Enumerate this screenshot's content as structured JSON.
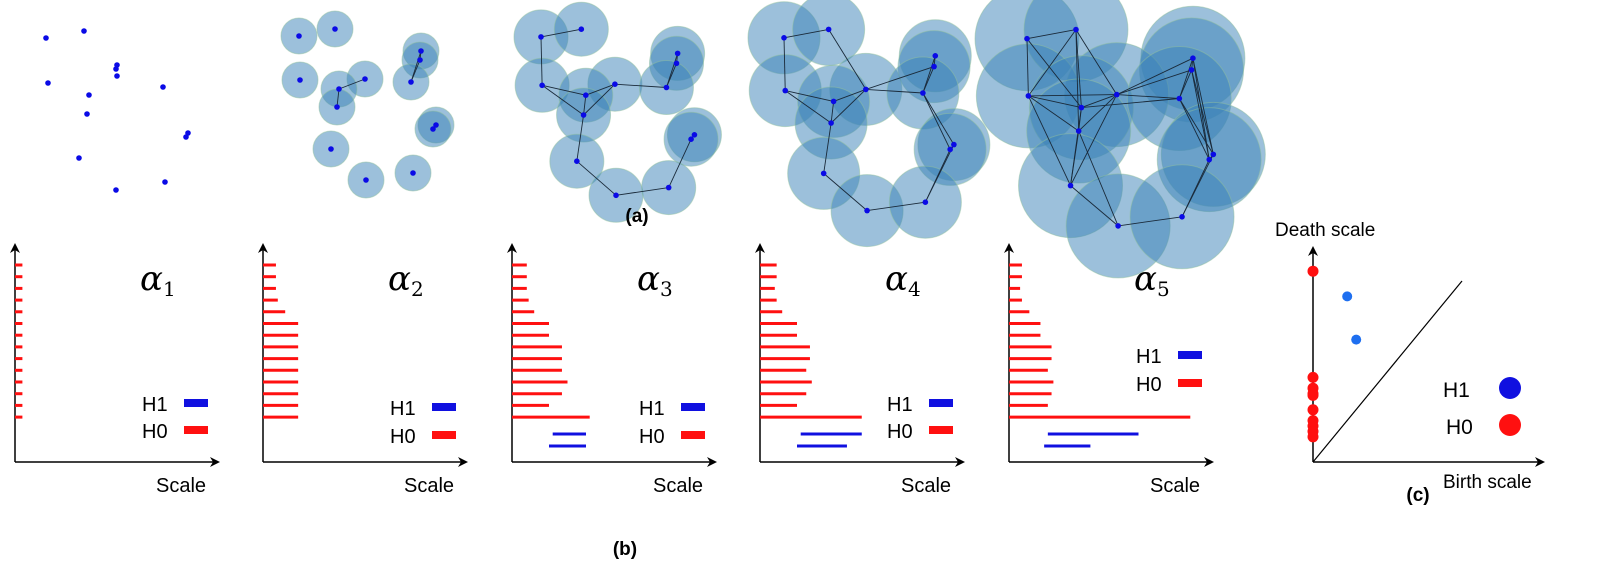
{
  "colors": {
    "h0": "#ff1010",
    "h1": "#1010e0",
    "h1_point": "#1e6ff0",
    "point": "#0a0ae6",
    "ball": "#3a82b8",
    "axis": "#000000"
  },
  "labels": {
    "a": "(a)",
    "b": "(b)",
    "c": "(c)"
  },
  "point_cloud_raw": [
    [
      46,
      38
    ],
    [
      84,
      31
    ],
    [
      117,
      65
    ],
    [
      116,
      69
    ],
    [
      117,
      76
    ],
    [
      48,
      83
    ],
    [
      163,
      87
    ],
    [
      89,
      95
    ],
    [
      87,
      114
    ],
    [
      188,
      133
    ],
    [
      186,
      137
    ],
    [
      79,
      158
    ],
    [
      165,
      182
    ],
    [
      116,
      190
    ]
  ],
  "point_cloud": [
    [
      0,
      9
    ],
    [
      36,
      2
    ],
    [
      122,
      24
    ],
    [
      121,
      33
    ],
    [
      66,
      52
    ],
    [
      1,
      53
    ],
    [
      40,
      62
    ],
    [
      38,
      80
    ],
    [
      112,
      55
    ],
    [
      137,
      98
    ],
    [
      134,
      102
    ],
    [
      32,
      122
    ],
    [
      67,
      153
    ],
    [
      114,
      146
    ]
  ],
  "ball_radii": [
    0,
    18,
    27,
    36,
    52
  ],
  "barcodes": [
    {
      "alpha": "α",
      "sub": "1",
      "legend_h1": "H1",
      "legend_h0": "H0",
      "xlabel": "Scale",
      "h0": [
        0.04,
        0.04,
        0.04,
        0.04,
        0.04,
        0.04,
        0.04,
        0.04,
        0.04,
        0.04,
        0.04,
        0.04,
        0.04,
        0.04
      ],
      "h1": []
    },
    {
      "alpha": "α",
      "sub": "2",
      "legend_h1": "H1",
      "legend_h0": "H0",
      "xlabel": "Scale",
      "h0": [
        0.07,
        0.07,
        0.07,
        0.08,
        0.12,
        0.19,
        0.19,
        0.19,
        0.19,
        0.19,
        0.19,
        0.19,
        0.19,
        0.19
      ],
      "h1": []
    },
    {
      "alpha": "α",
      "sub": "3",
      "legend_h1": "H1",
      "legend_h0": "H0",
      "xlabel": "Scale",
      "h0": [
        0.08,
        0.08,
        0.08,
        0.09,
        0.12,
        0.2,
        0.2,
        0.27,
        0.27,
        0.27,
        0.3,
        0.27,
        0.2,
        0.42
      ],
      "h1": [
        [
          0.22,
          0.4
        ],
        [
          0.2,
          0.4
        ]
      ]
    },
    {
      "alpha": "α",
      "sub": "4",
      "legend_h1": "H1",
      "legend_h0": "H0",
      "xlabel": "Scale",
      "h0": [
        0.09,
        0.09,
        0.08,
        0.09,
        0.12,
        0.2,
        0.2,
        0.27,
        0.27,
        0.25,
        0.28,
        0.25,
        0.2,
        0.55
      ],
      "h1": [
        [
          0.22,
          0.55
        ],
        [
          0.2,
          0.47
        ]
      ]
    },
    {
      "alpha": "α",
      "sub": "5",
      "legend_h1": "H1",
      "legend_h0": "H0",
      "xlabel": "Scale",
      "h0": [
        0.07,
        0.07,
        0.06,
        0.07,
        0.11,
        0.17,
        0.17,
        0.23,
        0.23,
        0.21,
        0.24,
        0.23,
        0.21,
        0.98
      ],
      "h1": [
        [
          0.21,
          0.7
        ],
        [
          0.19,
          0.44
        ]
      ]
    }
  ],
  "persistence": {
    "ylabel": "Death scale",
    "xlabel": "Birth scale",
    "legend_h1": "H1",
    "legend_h0": "H0",
    "h0_deaths": [
      1.06,
      0.47,
      0.41,
      0.38,
      0.37,
      0.29,
      0.23,
      0.2,
      0.17,
      0.14
    ],
    "h1_points": [
      [
        0.19,
        0.92
      ],
      [
        0.24,
        0.68
      ]
    ]
  }
}
